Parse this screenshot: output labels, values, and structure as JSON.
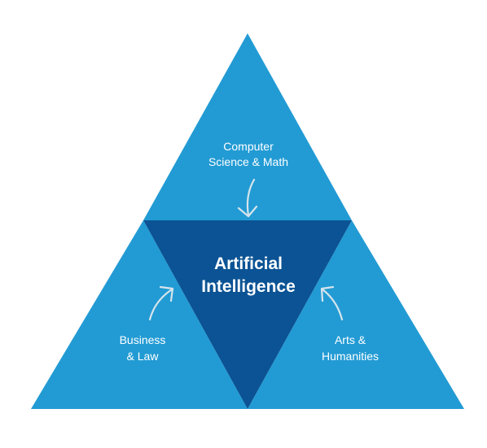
{
  "colors": {
    "outer": "#229BD4",
    "center": "#0B5394",
    "arrow": "#D6E4EC",
    "text": "#FFFFFF"
  },
  "center": {
    "line1": "Artificial",
    "line2": "Intelligence"
  },
  "top": {
    "line1": "Computer",
    "line2": "Science & Math"
  },
  "left": {
    "line1": "Business",
    "line2": "& Law"
  },
  "right": {
    "line1": "Arts &",
    "line2": "Humanities"
  }
}
